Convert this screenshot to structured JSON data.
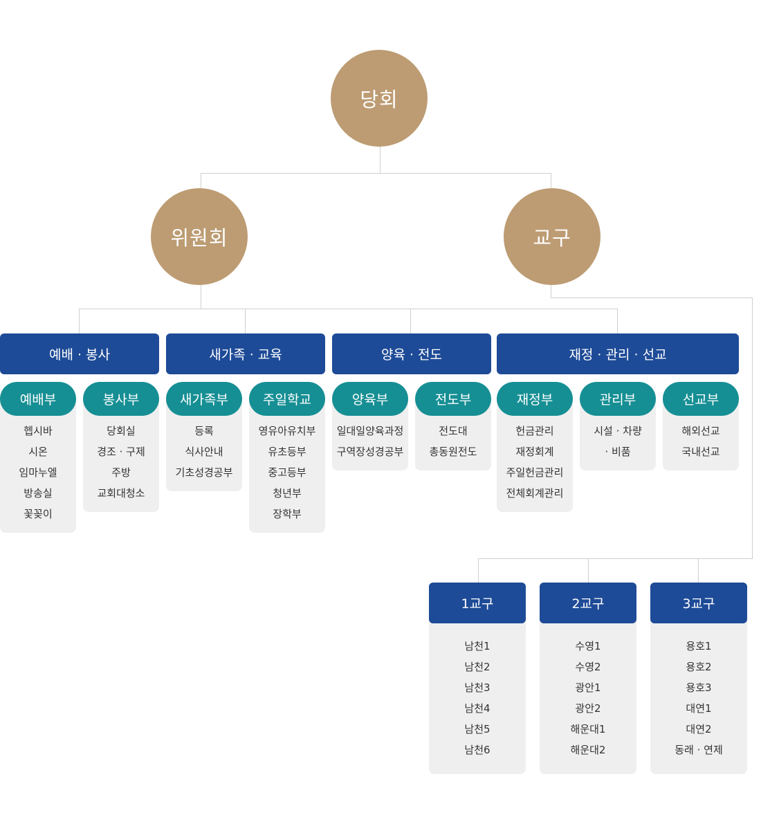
{
  "colors": {
    "circle": "#bd9c73",
    "header": "#1e4b97",
    "pill": "#168f94",
    "card": "#efefef",
    "line": "#cfcfcf"
  },
  "top": {
    "label": "당회"
  },
  "second": [
    {
      "label": "위원회"
    },
    {
      "label": "교구"
    }
  ],
  "groups": [
    {
      "label": "예배 · 봉사"
    },
    {
      "label": "새가족 · 교육"
    },
    {
      "label": "양육 · 전도"
    },
    {
      "label": "재정 · 관리 · 선교"
    }
  ],
  "departments": [
    {
      "label": "예배부",
      "items": [
        "헵시바",
        "시온",
        "임마누엘",
        "방송실",
        "꽃꽂이"
      ]
    },
    {
      "label": "봉사부",
      "items": [
        "당회실",
        "경조 · 구제",
        "주방",
        "교회대청소"
      ]
    },
    {
      "label": "새가족부",
      "items": [
        "등록",
        "식사안내",
        "기초성경공부"
      ]
    },
    {
      "label": "주일학교",
      "items": [
        "영유아유치부",
        "유초등부",
        "중고등부",
        "청년부",
        "장학부"
      ]
    },
    {
      "label": "양육부",
      "items": [
        "일대일양육과정",
        "구역장성경공부"
      ]
    },
    {
      "label": "전도부",
      "items": [
        "전도대",
        "총동원전도"
      ]
    },
    {
      "label": "재정부",
      "items": [
        "헌금관리",
        "재정회계",
        "주일헌금관리",
        "전체회계관리"
      ]
    },
    {
      "label": "관리부",
      "items": [
        "시설 · 차량",
        "· 비품"
      ]
    },
    {
      "label": "선교부",
      "items": [
        "해외선교",
        "국내선교"
      ]
    }
  ],
  "gyogu": [
    {
      "label": "1교구",
      "items": [
        "남천1",
        "남천2",
        "남천3",
        "남천4",
        "남천5",
        "남천6"
      ]
    },
    {
      "label": "2교구",
      "items": [
        "수영1",
        "수영2",
        "광안1",
        "광안2",
        "해운대1",
        "해운대2"
      ]
    },
    {
      "label": "3교구",
      "items": [
        "용호1",
        "용호2",
        "용호3",
        "대연1",
        "대연2",
        "동래 · 연제"
      ]
    }
  ]
}
